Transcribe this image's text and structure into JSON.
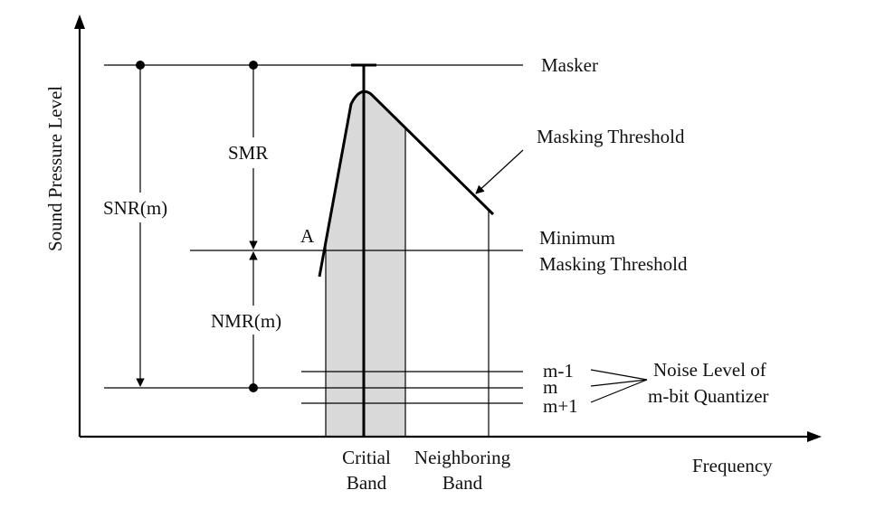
{
  "axes": {
    "y_label": "Sound Pressure Level",
    "x_label": "Frequency"
  },
  "levels": {
    "masker": "Masker",
    "min_threshold_line1": "Minimum",
    "min_threshold_line2": "Masking Threshold"
  },
  "curve": {
    "masking_threshold": "Masking Threshold",
    "point_a": "A"
  },
  "ratios": {
    "snr": "SNR(m)",
    "smr": "SMR",
    "nmr": "NMR(m)"
  },
  "quantizer": {
    "levels": [
      "m-1",
      "m",
      "m+1"
    ],
    "label_line1": "Noise Level of",
    "label_line2": "m-bit Quantizer"
  },
  "bands": {
    "critical_line1": "Critial",
    "critical_line2": "Band",
    "neighboring_line1": "Neighboring",
    "neighboring_line2": "Band"
  },
  "colors": {
    "shade": "#d9d9d9",
    "ink": "#000000"
  }
}
